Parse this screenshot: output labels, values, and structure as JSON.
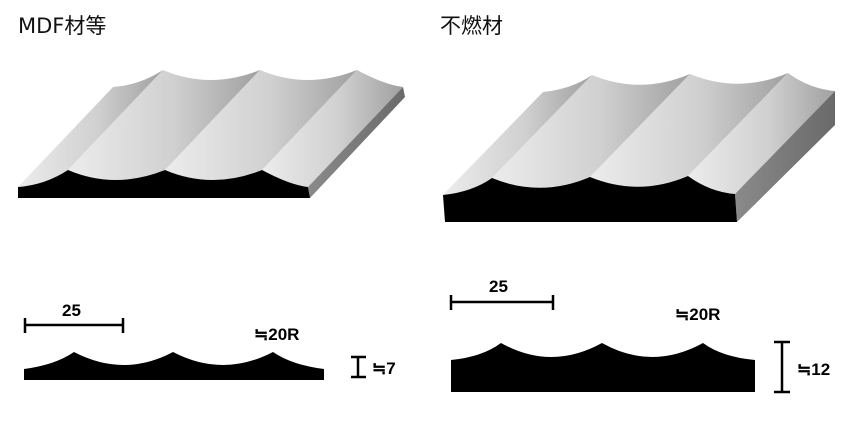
{
  "panels": [
    {
      "title": "MDF材等",
      "width_label": "25",
      "radius_label": "≒20R",
      "thickness_label": "≒7"
    },
    {
      "title": "不燃材",
      "width_label": "25",
      "radius_label": "≒20R",
      "thickness_label": "≒12"
    }
  ],
  "colors": {
    "profile": "#000000",
    "surface_light": "#e8e8e8",
    "surface_dark": "#9a9a9a",
    "side": "#777777"
  }
}
